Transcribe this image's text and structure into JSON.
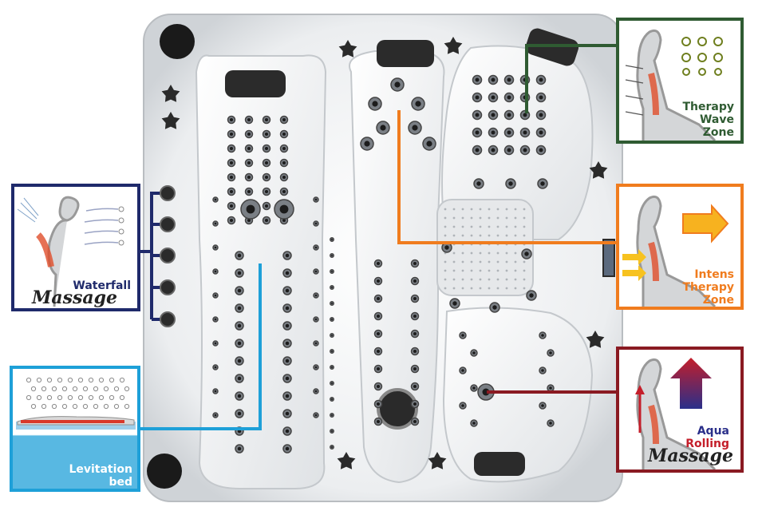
{
  "zones": {
    "waterfall": {
      "line1": "Waterfall",
      "line2": "Massage",
      "color": "#1f2a6b"
    },
    "levitation": {
      "line1": "Levitation",
      "line2": "bed",
      "color": "#1ea0d8"
    },
    "therapy_wave": {
      "line1": "Therapy",
      "line2": "Wave",
      "line3": "Zone",
      "color": "#2f5b32"
    },
    "intens_therapy": {
      "line1": "Intens",
      "line2": "Therapy",
      "line3": "Zone",
      "color": "#f07c1e"
    },
    "aqua_rolling": {
      "line1": "Aqua",
      "line2": "Rolling",
      "line3": "Massage",
      "color": "#8a1a22"
    }
  }
}
